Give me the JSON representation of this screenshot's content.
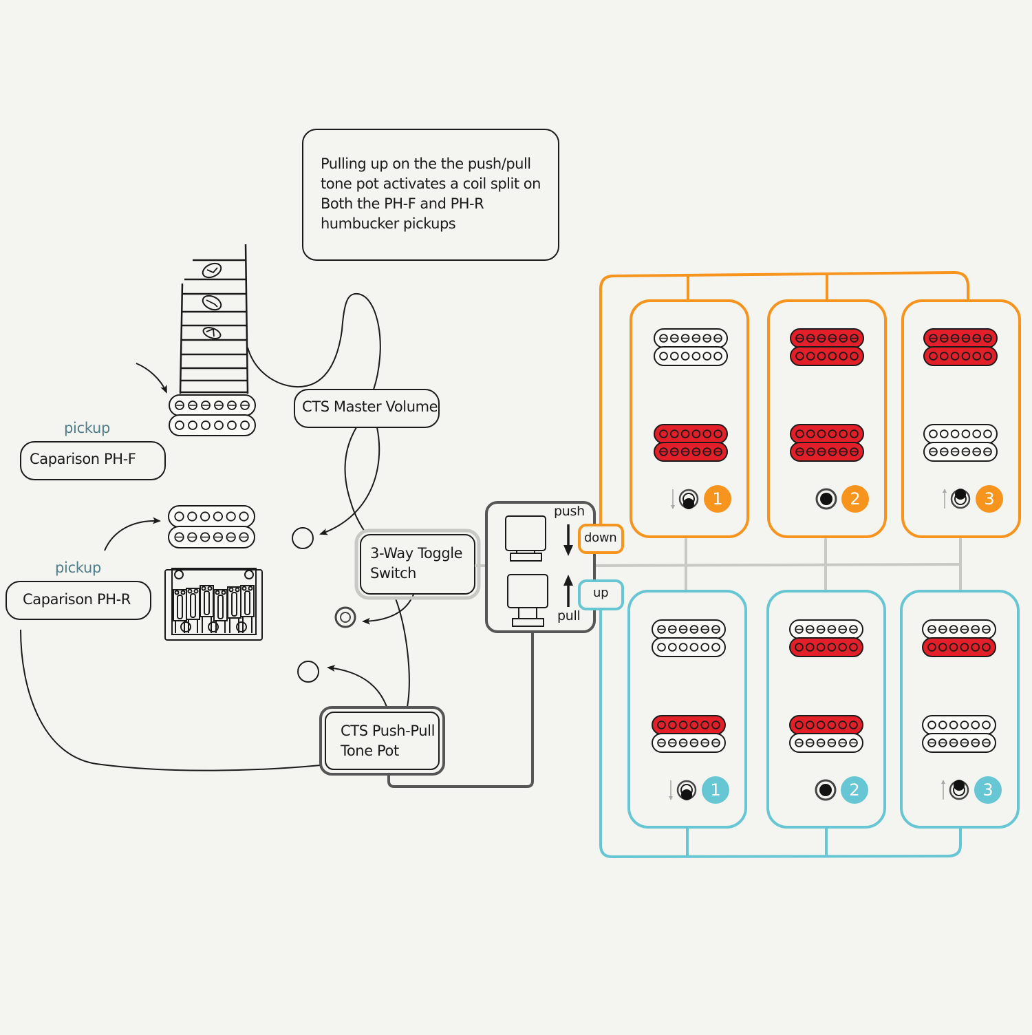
{
  "note": {
    "lines": [
      "Pulling up on the the push/pull",
      "tone pot  activates a  coil split on",
      "Both the PH-F and PH-R",
      "humbucker pickups"
    ]
  },
  "components": {
    "front_pickup": {
      "tag": "pickup",
      "name": "Caparison PH-F"
    },
    "rear_pickup": {
      "tag": "pickup",
      "name": "Caparison PH-R"
    },
    "volume": {
      "name": "CTS Master Volume"
    },
    "toggle": {
      "line1": "3-Way Toggle",
      "line2": "Switch"
    },
    "tone": {
      "line1": "CTS Push-Pull",
      "line2": "Tone Pot"
    }
  },
  "push_pull": {
    "push_label": "push",
    "pull_label": "pull",
    "down_label": "down",
    "up_label": "up"
  },
  "colors": {
    "down": "#f7941d",
    "up": "#67c6d3",
    "active_pickup": "#e3202a",
    "background": "#f4f4f0",
    "connector_gray": "#c8c8c4",
    "frame_gray": "#555555"
  },
  "positions": {
    "down": [
      {
        "number": "1",
        "toggle": "down",
        "neck": [
          "off",
          "off"
        ],
        "bridge": [
          "on",
          "on"
        ]
      },
      {
        "number": "2",
        "toggle": "middle",
        "neck": [
          "on",
          "on"
        ],
        "bridge": [
          "on",
          "on"
        ]
      },
      {
        "number": "3",
        "toggle": "up",
        "neck": [
          "on",
          "on"
        ],
        "bridge": [
          "off",
          "off"
        ]
      }
    ],
    "up": [
      {
        "number": "1",
        "toggle": "down",
        "neck": [
          "off",
          "off"
        ],
        "bridge": [
          "on",
          "off"
        ]
      },
      {
        "number": "2",
        "toggle": "middle",
        "neck": [
          "off",
          "on"
        ],
        "bridge": [
          "on",
          "off"
        ]
      },
      {
        "number": "3",
        "toggle": "up",
        "neck": [
          "off",
          "on"
        ],
        "bridge": [
          "off",
          "off"
        ]
      }
    ]
  }
}
